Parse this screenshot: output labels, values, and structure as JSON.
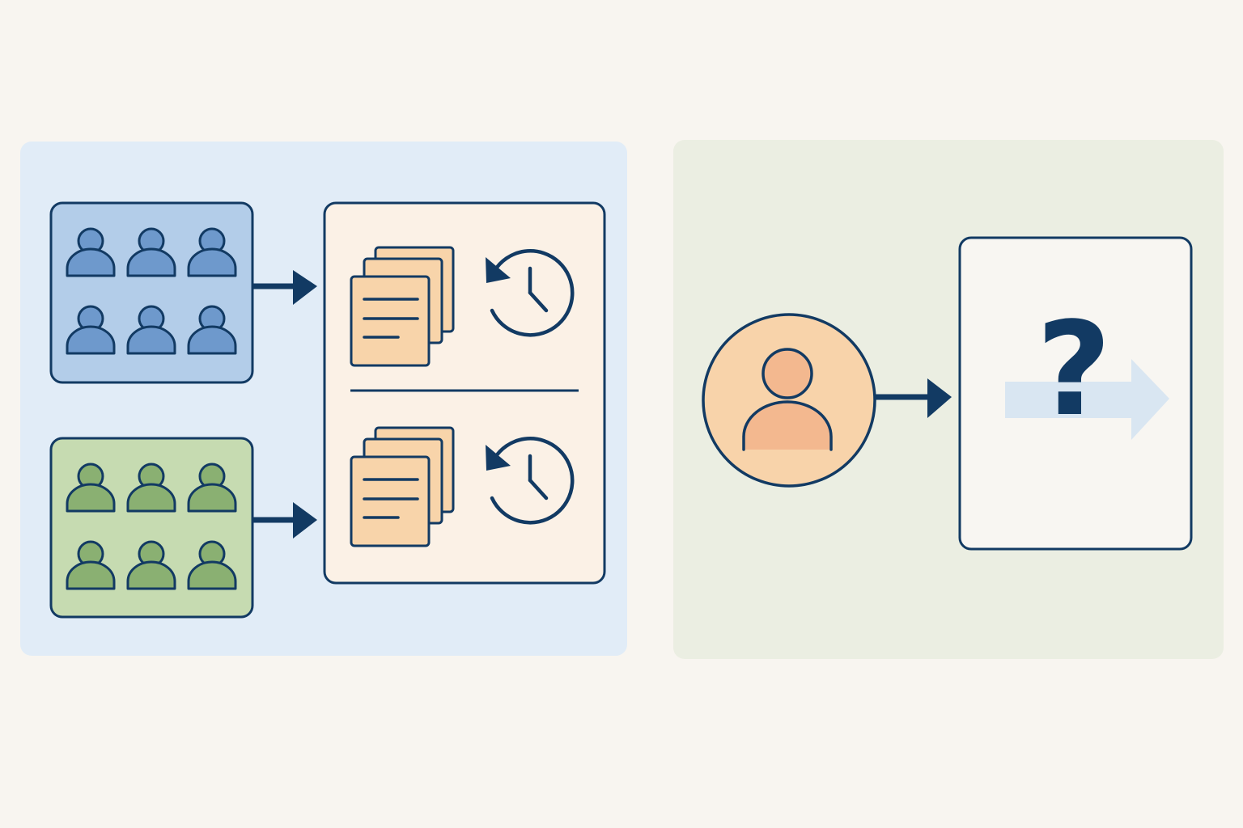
{
  "colors": {
    "page_background": "#f8f5f0",
    "outline": "#123a63",
    "left_panel": "#e1ecf7",
    "right_panel": "#ebeee2",
    "group_a_fill": "#b3cde9",
    "group_a_person": "#6e99cc",
    "group_b_fill": "#c6dbb1",
    "group_b_person": "#8ab072",
    "records_box": "#fbf1e6",
    "document": "#f8d4aa",
    "individual_circle": "#f8d3aa",
    "individual_person": "#f3b88f",
    "unknown_box": "#f8f6f2",
    "faded_arrow": "#d9e6f2"
  },
  "left_panel": {
    "groups": [
      {
        "name": "group-blue",
        "people_count": 6,
        "icon": "people-group-icon"
      },
      {
        "name": "group-green",
        "people_count": 6,
        "icon": "people-group-icon"
      }
    ],
    "records": [
      {
        "documents_icon": "document-stack-icon",
        "time_icon": "clock-history-icon"
      },
      {
        "documents_icon": "document-stack-icon",
        "time_icon": "clock-history-icon"
      }
    ]
  },
  "right_panel": {
    "individual_icon": "person-icon",
    "outcome_icon": "question-mark-icon",
    "outcome_text": "?"
  }
}
